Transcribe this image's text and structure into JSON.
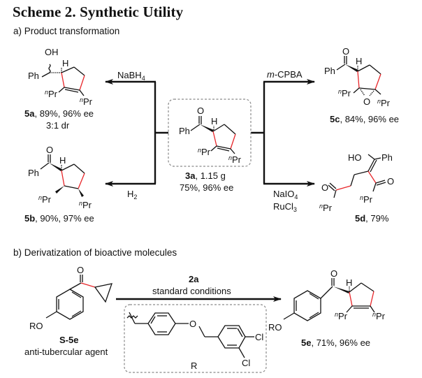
{
  "title": "Scheme 2. Synthetic Utility",
  "section_a": {
    "label": "a) Product transformation",
    "center": {
      "compound": "3a",
      "scale": ", 1.15 g",
      "yield_ee": "75%, 96% ee",
      "substituents": {
        "ph": "Ph",
        "o": "O",
        "h": "H",
        "pr1_sup": "n",
        "pr1": "Pr",
        "pr2_sup": "n",
        "pr2": "Pr"
      }
    },
    "reactions": [
      {
        "id": "to-5a",
        "reagent": "NaBH",
        "reagent_sub": "4",
        "direction": "left-top"
      },
      {
        "id": "to-5b",
        "reagent": "H",
        "reagent_sub": "2",
        "direction": "left-bottom"
      },
      {
        "id": "to-5c",
        "reagent_italic": "m",
        "reagent": "-CPBA",
        "direction": "right-top"
      },
      {
        "id": "to-5d",
        "reagent_line1": "NaIO",
        "reagent_line1_sub": "4",
        "reagent_line2": "RuCl",
        "reagent_line2_sub": "3",
        "direction": "right-bottom"
      }
    ],
    "products": {
      "p5a": {
        "compound": "5a",
        "result": ", 89%, 96% ee",
        "extra": "3:1 dr",
        "labels": {
          "oh": "OH",
          "h": "H",
          "ph": "Ph",
          "pr_sup": "n",
          "pr": "Pr"
        }
      },
      "p5b": {
        "compound": "5b",
        "result": ", 90%, 97% ee",
        "labels": {
          "o": "O",
          "h": "H",
          "ph": "Ph",
          "pr_sup": "n",
          "pr": "Pr"
        }
      },
      "p5c": {
        "compound": "5c",
        "result": ", 84%, 96% ee",
        "labels": {
          "o": "O",
          "h": "H",
          "ph": "Ph",
          "epox_o": "O",
          "pr_sup": "n",
          "pr": "Pr"
        }
      },
      "p5d": {
        "compound": "5d",
        "result": ", 79%",
        "labels": {
          "ho": "HO",
          "ph": "Ph",
          "o": "O",
          "pr_sup": "n",
          "pr": "Pr"
        }
      }
    }
  },
  "section_b": {
    "label": "b) Derivatization of bioactive molecules",
    "reagent": "2a",
    "conditions": "standard conditions",
    "substrate": {
      "compound": "S-5e",
      "description": "anti-tubercular agent",
      "labels": {
        "o": "O",
        "ro": "RO"
      }
    },
    "r_group": {
      "label": "R",
      "o": "O",
      "cl1": "Cl",
      "cl2": "Cl"
    },
    "product": {
      "compound": "5e",
      "result": ", 71%, 96% ee",
      "labels": {
        "o": "O",
        "h": "H",
        "ro": "RO",
        "pr_sup": "n",
        "pr": "Pr"
      }
    }
  },
  "colors": {
    "bond": "#111111",
    "highlight": "#e8262a",
    "dash_box": "#8a8a8a"
  }
}
